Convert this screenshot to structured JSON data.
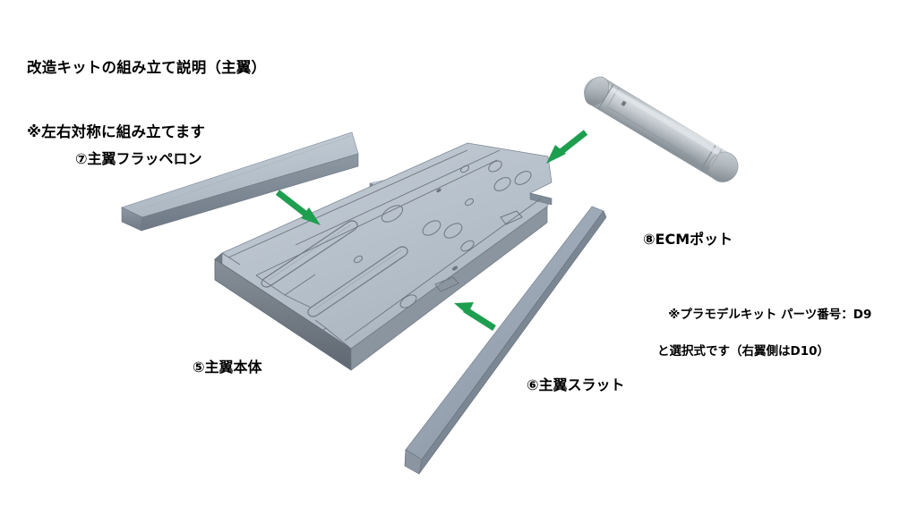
{
  "document": {
    "title_line1": "改造キットの組み立て説明（主翼）",
    "title_line2": "※左右対称に組み立てます",
    "background_color": "#ffffff"
  },
  "parts": [
    {
      "id": "flaperon",
      "label": "⑦主翼フラッペロン",
      "number": "⑦",
      "name": "主翼フラッペロン",
      "shape": "tapered-slab"
    },
    {
      "id": "wing-body",
      "label": "⑤主翼本体",
      "number": "⑤",
      "name": "主翼本体",
      "shape": "large-panel"
    },
    {
      "id": "slat",
      "label": "⑥主翼スラット",
      "number": "⑥",
      "name": "主翼スラット",
      "shape": "tapered-wedge"
    },
    {
      "id": "ecm-pod",
      "label": "⑧ECMポット",
      "number": "⑧",
      "name": "ECMポット",
      "shape": "cylindrical-pod",
      "note_line1": "※プラモデルキット パーツ番号：D9",
      "note_line2": "と選択式です（右翼側はD10）"
    }
  ],
  "arrows": [
    {
      "id": "arrow-flaperon",
      "direction": "down-right",
      "color": "#1e9e4f"
    },
    {
      "id": "arrow-ecm-pod",
      "direction": "down-left",
      "color": "#1e9e4f"
    },
    {
      "id": "arrow-slat",
      "direction": "up-left",
      "color": "#1e9e4f"
    }
  ],
  "colors": {
    "arrow_green": "#1e9e4f",
    "part_top_face": "#b9c3cd",
    "part_top_face_light": "#c6cfd8",
    "part_side_face": "#7f8b97",
    "part_edge_dark": "#6b7682",
    "pod_body": "#b4bcc2",
    "pod_highlight": "#d8dde1",
    "pod_shadow": "#8d959c",
    "panel_line": "#6d7681",
    "text": "#000000"
  }
}
